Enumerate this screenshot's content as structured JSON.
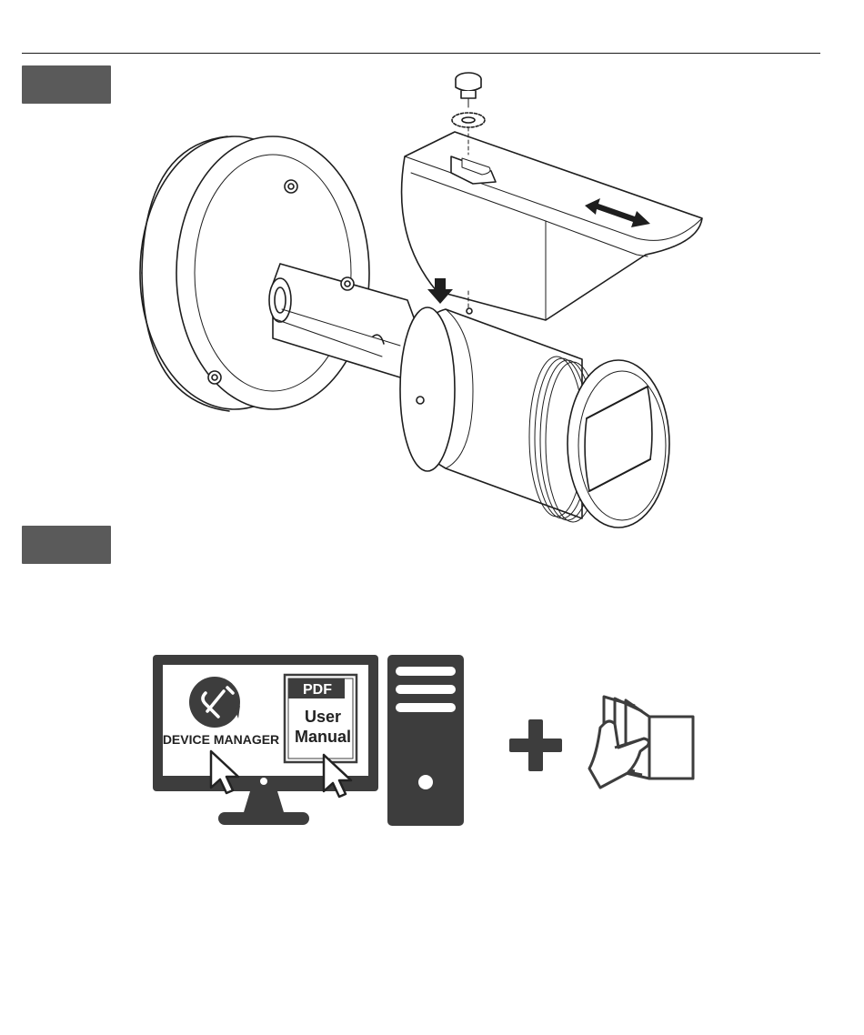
{
  "install_step": {
    "tab_label": "",
    "icons": [
      "thumb-screw-icon",
      "washer-icon",
      "slide-arrow-icon",
      "push-down-arrow-icon"
    ]
  },
  "software_step": {
    "tab_label": "",
    "device_manager_label": "DEVICE MANAGER",
    "pdf_badge_label": "PDF",
    "manual_line1": "User",
    "manual_line2": "Manual",
    "plus_symbol": "+"
  },
  "colors": {
    "ink": "#222222",
    "tab_gray": "#5a5a5a",
    "icon_dark": "#3d3d3d",
    "line_art": "#1e1e1e"
  }
}
